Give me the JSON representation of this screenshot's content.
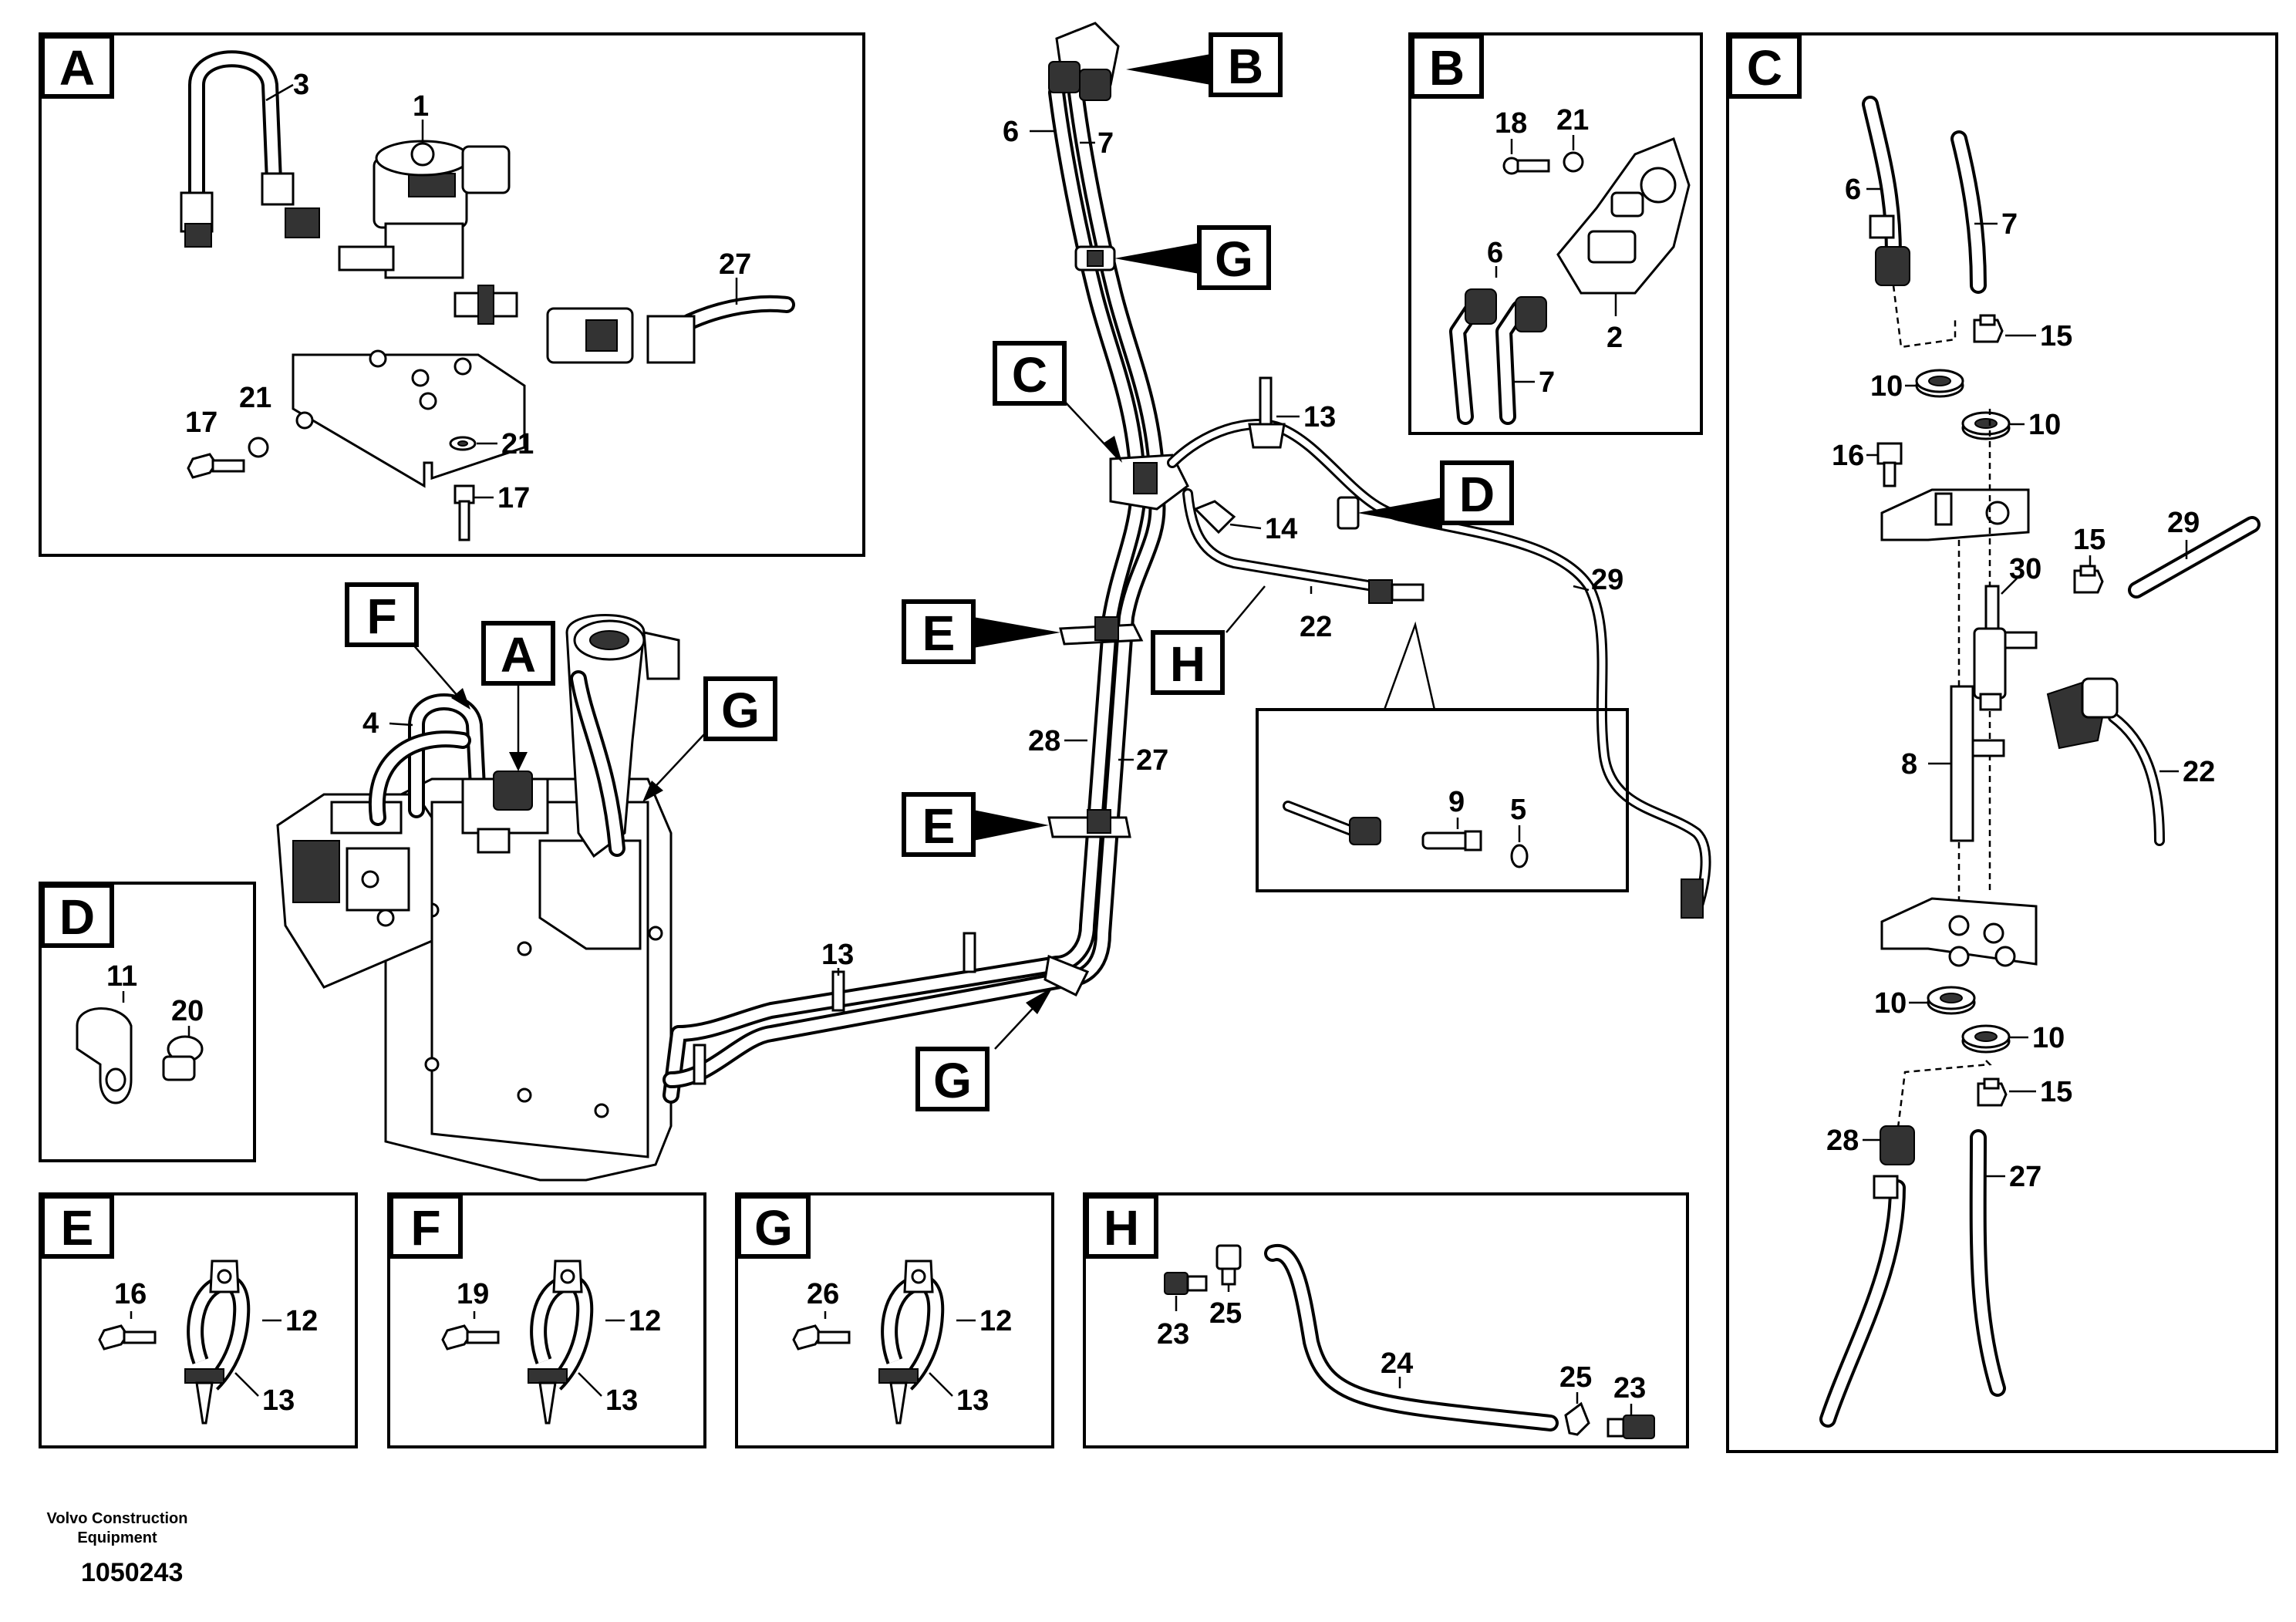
{
  "footer": {
    "manufacturer_line1": "Volvo Construction",
    "manufacturer_line2": "Equipment",
    "drawing_number": "1050243"
  },
  "detail_labels": {
    "A": "A",
    "B": "B",
    "C": "C",
    "D": "D",
    "E": "E",
    "F": "F",
    "G": "G",
    "H": "H"
  },
  "callouts": {
    "p1": "1",
    "p2": "2",
    "p3": "3",
    "p4": "4",
    "p5": "5",
    "p6": "6",
    "p7": "7",
    "p8": "8",
    "p9": "9",
    "p10": "10",
    "p11": "11",
    "p12": "12",
    "p13": "13",
    "p14": "14",
    "p15": "15",
    "p16": "16",
    "p17": "17",
    "p18": "18",
    "p19": "19",
    "p20": "20",
    "p21": "21",
    "p22": "22",
    "p23": "23",
    "p24": "24",
    "p25": "25",
    "p26": "26",
    "p27": "27",
    "p28": "28",
    "p29": "29",
    "p30": "30"
  }
}
